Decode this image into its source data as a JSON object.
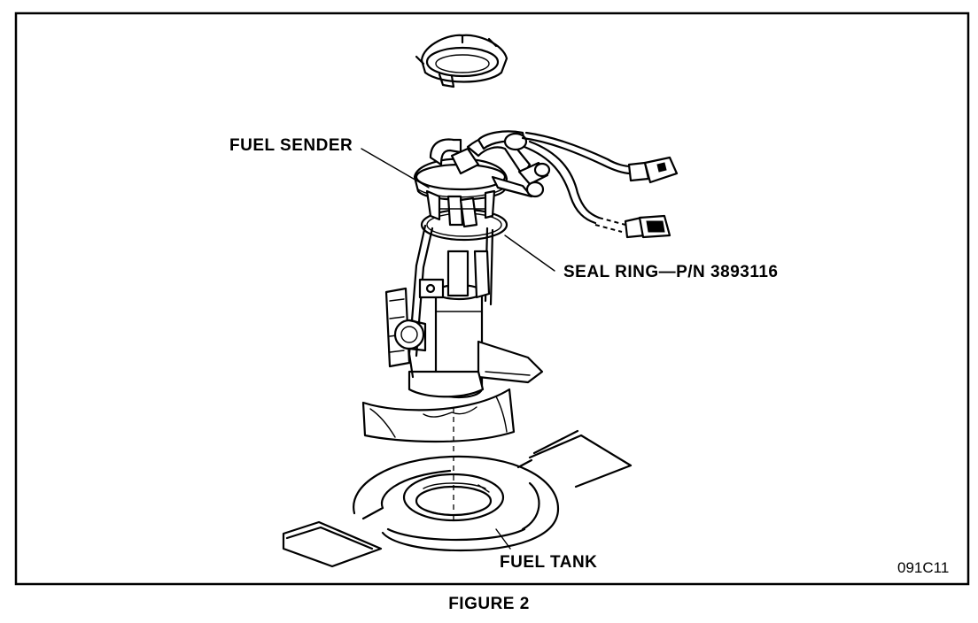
{
  "labels": {
    "fuel_sender": "FUEL SENDER",
    "seal_ring": "SEAL RING—P/N 3893116",
    "fuel_tank": "FUEL TANK",
    "code": "091C11"
  },
  "caption": "FIGURE 2",
  "colors": {
    "ink": "#000000",
    "paper": "#ffffff"
  }
}
